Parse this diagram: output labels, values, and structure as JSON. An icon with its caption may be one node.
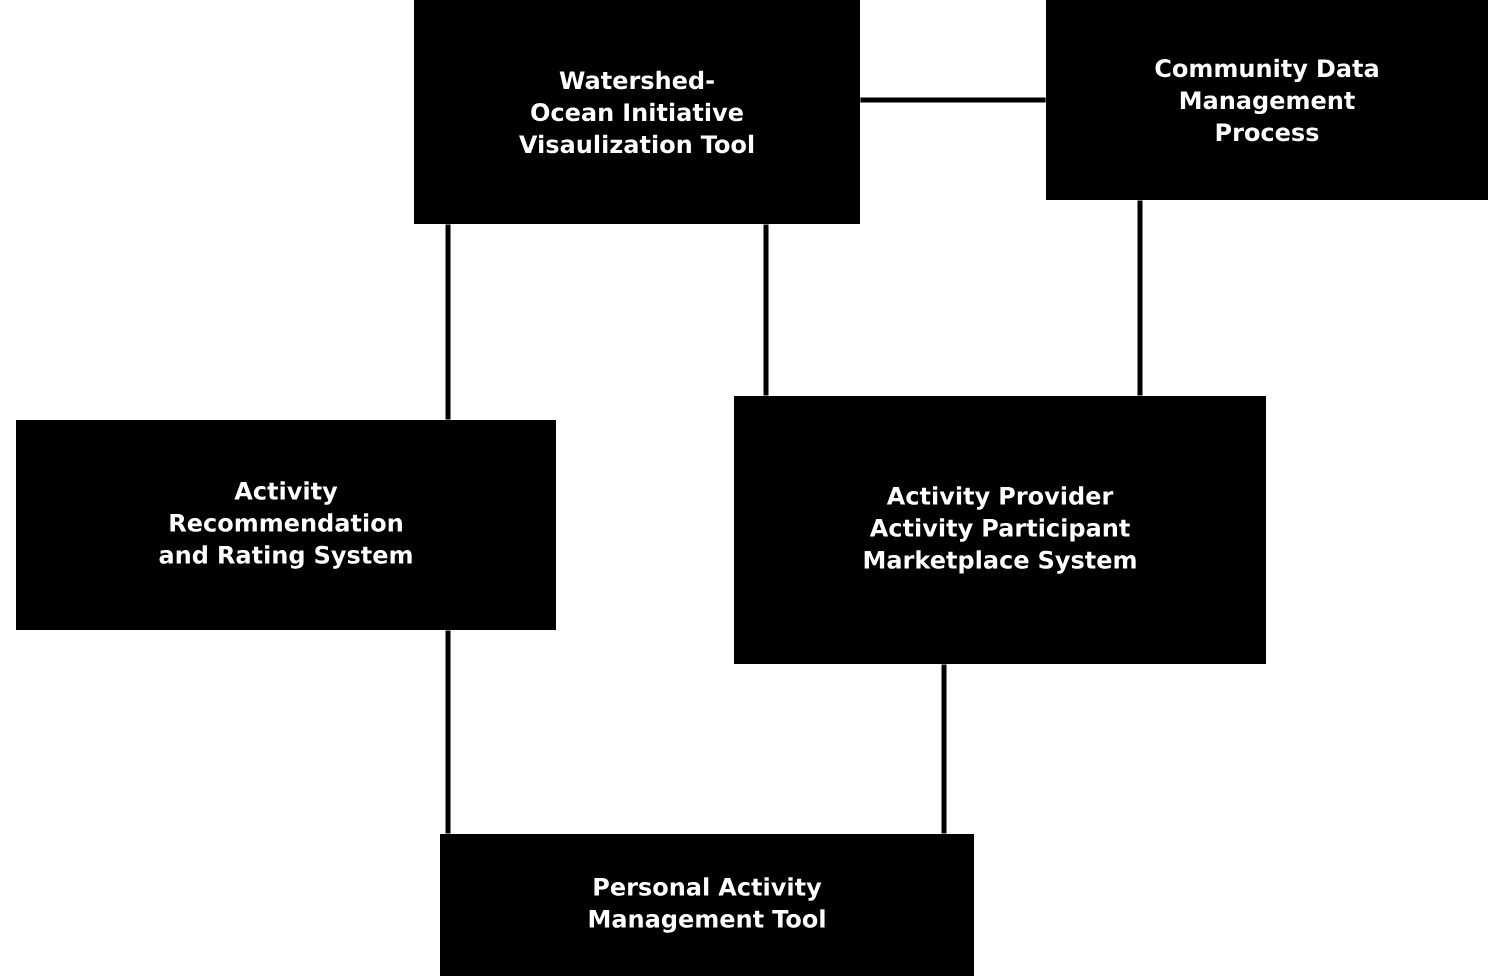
{
  "diagram": {
    "nodes": [
      {
        "text": [
          "Watershed-Ocean Initiative Visaulization Tool"
        ]
      },
      {
        "text": [
          "Community Data Management Process"
        ]
      },
      {
        "text": [
          "Activity Recommendation and Rating System"
        ]
      },
      {
        "text": [
          "Activity Provider Activity Participant Marketplace System"
        ]
      },
      {
        "text": [
          "Personal Activity Management Tool"
        ]
      }
    ],
    "edges": [
      {
        "from": 0,
        "to": 1,
        "arrow": "none"
      },
      {
        "from": 0,
        "to": 2,
        "arrow": "none"
      },
      {
        "from": 0,
        "to": 3,
        "arrow": "none"
      },
      {
        "from": 1,
        "to": 3,
        "arrow": "none"
      },
      {
        "from": 2,
        "to": 4,
        "arrow": "none"
      },
      {
        "from": 3,
        "to": 4,
        "arrow": "none"
      }
    ]
  }
}
